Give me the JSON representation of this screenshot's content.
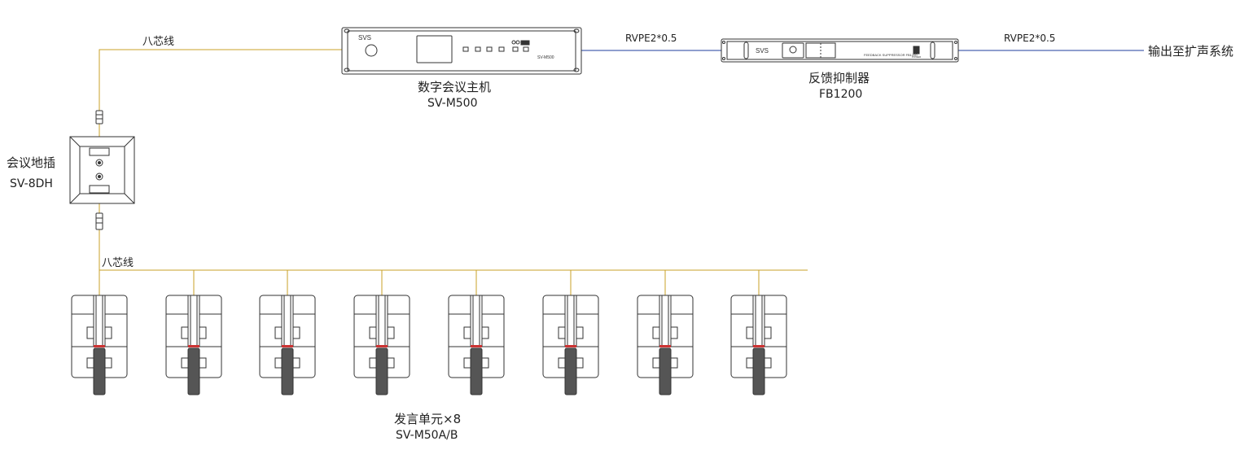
{
  "host": {
    "name": "数字会议主机",
    "model": "SV-M500",
    "brand": "SVS",
    "panel_model": "SV-M500"
  },
  "feedback": {
    "name": "反馈抑制器",
    "model": "FB1200",
    "brand": "SVS",
    "panel_text": "FEEDBACK SUPPRESSOR FB1200",
    "power_text": "POWER"
  },
  "floor_socket": {
    "name": "会议地插",
    "model": "SV-8DH"
  },
  "units": {
    "name": "发言单元×8",
    "model": "SV-M50A/B"
  },
  "cables": {
    "eight_core_top": "八芯线",
    "eight_core_bottom": "八芯线",
    "rvpe_1": "RVPE2*0.5",
    "rvpe_2": "RVPE2*0.5"
  },
  "output": "输出至扩声系统",
  "colors": {
    "eight_core_line": "#c9a227",
    "rvpe_line": "#1f3c9e",
    "device_stroke": "#333333",
    "mic_stem": "#555555",
    "mic_ring": "#cc3333"
  }
}
